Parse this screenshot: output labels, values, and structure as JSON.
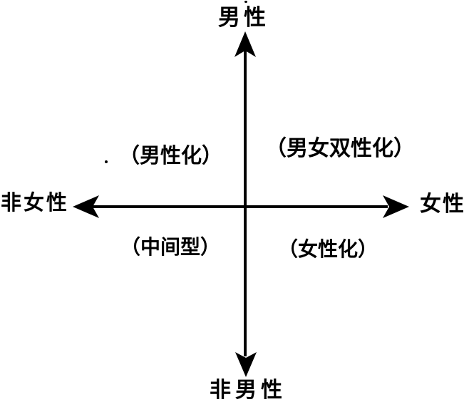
{
  "diagram": {
    "description": "Gender role two-axis quadrant diagram with Chinese labels",
    "axis_labels": {
      "top": "男性",
      "bottom": "非男性",
      "left": "非女性",
      "right": "女性"
    },
    "quadrant_labels": {
      "top_left": "（男性化）",
      "top_right": "（男女双性化）",
      "bottom_left": "（中间型）",
      "bottom_right": "（女性化）"
    },
    "colors": {
      "ink": "#000000",
      "background": "#ffffff"
    }
  }
}
